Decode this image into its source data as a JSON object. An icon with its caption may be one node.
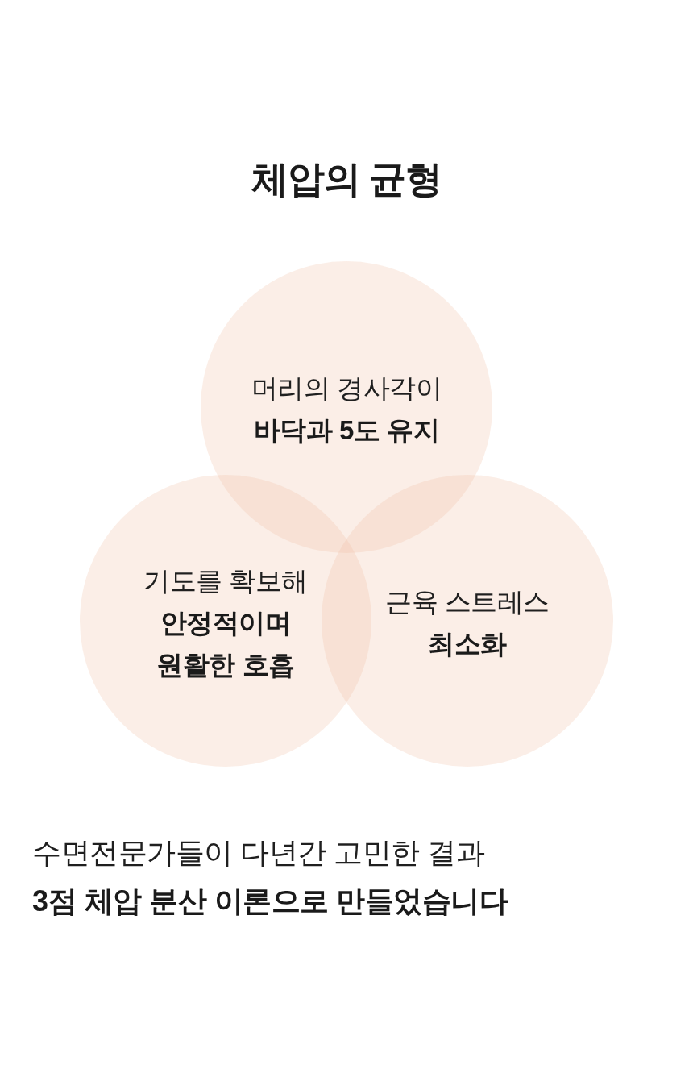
{
  "diagram": {
    "title": "체압의 균형",
    "nodes": [
      {
        "text": [
          "머리의 경사각이",
          "바닥과 5도 유지"
        ]
      },
      {
        "text": [
          "기도를 확보해",
          "안정적이며 원활한 호흡"
        ]
      },
      {
        "text": [
          "근육 스트레스",
          "최소화"
        ]
      }
    ],
    "labels": [
      "수면전문가들이 다년간 고민한 결과",
      "3점 체압 분산 이론으로 만들었습니다"
    ]
  }
}
